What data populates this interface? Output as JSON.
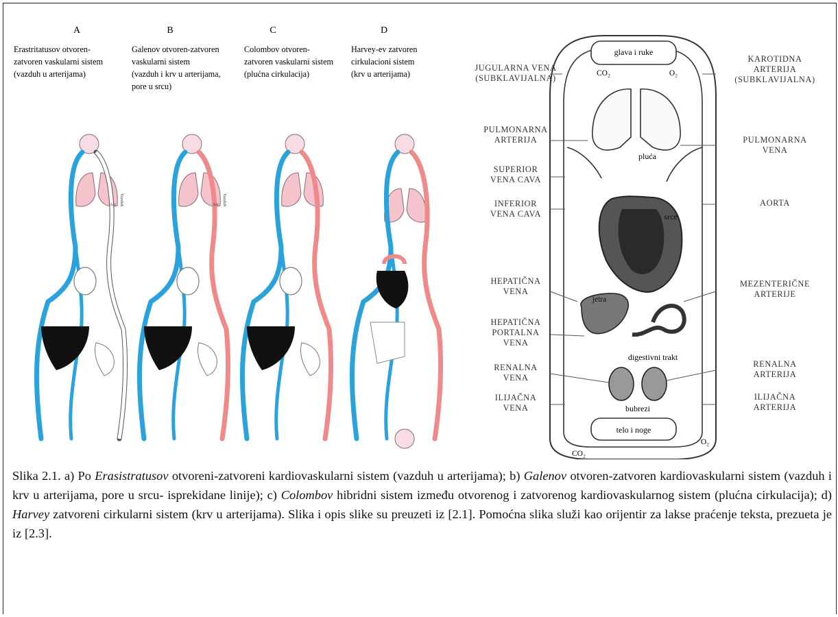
{
  "panels": [
    {
      "letter": "A",
      "lines": [
        "Erastritatusov otvoren-",
        "zatvoren vaskularni sistem",
        "(vazduh u arterijama)"
      ],
      "side_labels": [
        "Vazduh",
        "Air"
      ]
    },
    {
      "letter": "B",
      "lines": [
        "Galenov otvoren-zatvoren",
        "vaskularni sistem",
        "(vazduh i krv u arterijama,",
        "pore u srcu)"
      ],
      "side_labels": [
        "Vazduh",
        "Air"
      ]
    },
    {
      "letter": "C",
      "lines": [
        "Colombov otvoren-",
        "zatvoren vaskularni sistem",
        "(plućna cirkulacija)"
      ]
    },
    {
      "letter": "D",
      "lines": [
        "Harvey-ev zatvoren",
        "cirkulacioni sistem",
        "(krv u arterijama)"
      ]
    }
  ],
  "diagram": {
    "left_labels": [
      {
        "lines": [
          "JUGULARNA VENA",
          "(SUBKLAVIJALNA)"
        ]
      },
      {
        "lines": [
          "PULMONARNA",
          "ARTERIJA"
        ]
      },
      {
        "lines": [
          "SUPERIOR",
          "VENA CAVA"
        ]
      },
      {
        "lines": [
          "INFERIOR",
          "VENA CAVA"
        ]
      },
      {
        "lines": [
          "HEPATIČNA",
          "VENA"
        ]
      },
      {
        "lines": [
          "HEPATIČNA",
          "PORTALNA",
          "VENA"
        ]
      },
      {
        "lines": [
          "RENALNA",
          "VENA"
        ]
      },
      {
        "lines": [
          "ILIJAČNA",
          "VENA"
        ]
      }
    ],
    "right_labels": [
      {
        "lines": [
          "KAROTIDNA",
          "ARTERIJA",
          "(SUBKLAVIJALNA)"
        ]
      },
      {
        "lines": [
          "PULMONARNA",
          "VENA"
        ]
      },
      {
        "lines": [
          "AORTA"
        ]
      },
      {
        "lines": [
          "MEZENTERIČNE",
          "ARTERIJE"
        ]
      },
      {
        "lines": [
          "RENALNA",
          "ARTERIJA"
        ]
      },
      {
        "lines": [
          "ILIJAČNA",
          "ARTERIJA"
        ]
      }
    ],
    "organs": {
      "head": "glava i ruke",
      "lungs": "pluća",
      "heart": "srce",
      "liver": "jetra",
      "gut": "digestivni trakt",
      "kidneys": "bubrezi",
      "legs": "telo i noge"
    },
    "gas": {
      "co2_top": "CO₂",
      "o2_top": "O₂",
      "co2_bottom": "CO₂",
      "o2_bottom": "O₂"
    }
  },
  "caption": {
    "label": "Slika 2.1. a) Po ",
    "name_a": "Erasistratusov",
    "text_a": " otvoreni-zatvoreni kardiovaskularni sistem (vazduh u arterijama); b) ",
    "name_b": "Galenov",
    "text_b": " otvoren-zatvoren kardiovaskularni sistem (vazduh i krv u arterijama, pore u srcu- isprekidane linije); c) ",
    "name_c": "Colombov",
    "text_c": " hibridni sistem između otvorenog i zatvorenog kardiovaskularnog sistem (plućna cirkulacija); d) ",
    "name_d": "Harvey",
    "text_d": " zatvoreni cirkularni sistem (krv u arterijama). Slika i opis slike su preuzeti iz [2.1]. Pomoćna slika služi kao orijentir za lakse praćenje teksta, prezueta je iz [2.3]."
  },
  "colors": {
    "vein": "#2aa3dc",
    "artery": "#f08a8a",
    "lung": "#f4c3cc",
    "organ_dark": "#111111",
    "outline": "#333333"
  }
}
